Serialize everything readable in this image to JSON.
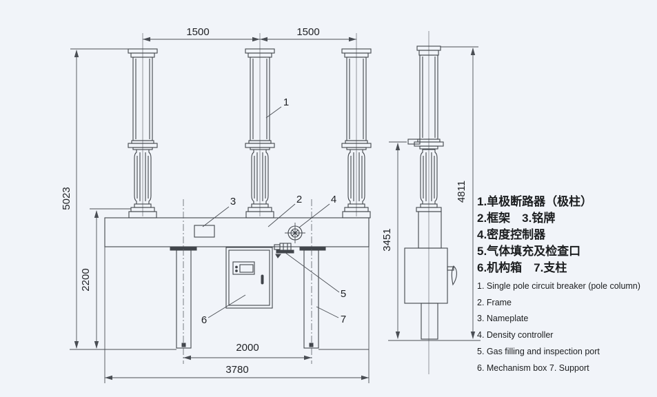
{
  "drawing": {
    "title_semantic": "Outline drawing of three-pole outdoor circuit breaker, front and side views",
    "dims": {
      "pole_spacing_left": "1500",
      "pole_spacing_right": "1500",
      "total_height": "5023",
      "frame_to_ground": "2200",
      "leg_spacing": "2000",
      "total_width": "3780",
      "side_mid_height": "3451",
      "side_total_height": "4811"
    },
    "callouts": {
      "c1": "1",
      "c2": "2",
      "c3": "3",
      "c4": "4",
      "c5": "5",
      "c6": "6",
      "c7": "7"
    }
  },
  "legend": {
    "zh": [
      "1.单极断路器（极柱）",
      "2.框架　3.铭牌",
      "4.密度控制器",
      "5.气体填充及检查口",
      "6.机构箱　7.支柱"
    ],
    "en": [
      "1. Single pole circuit breaker (pole column)",
      "2. Frame",
      "3. Nameplate",
      "4. Density controller",
      "5. Gas filling and inspection port",
      "6. Mechanism box 7. Support"
    ]
  },
  "colors": {
    "background": "#f1f4f9",
    "line": "#41454b",
    "dimension_line": "#4a4e54",
    "text": "#202226"
  }
}
